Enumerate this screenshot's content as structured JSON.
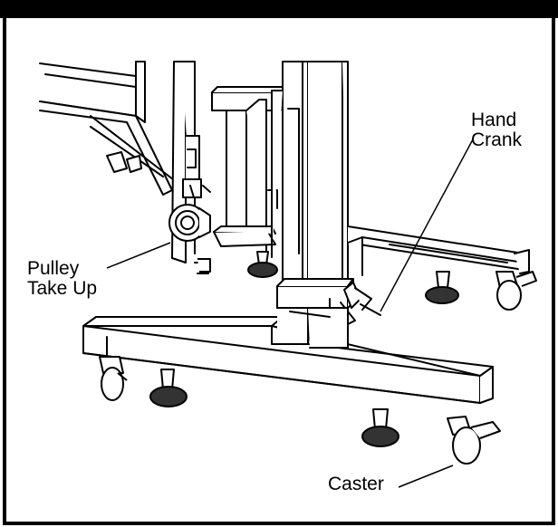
{
  "labels": {
    "hand_crank": [
      "Hand",
      "Crank"
    ],
    "pulley_take_up": [
      "Pulley",
      "Take Up"
    ],
    "caster": "Caster"
  },
  "colors": {
    "ink": "#000000",
    "part_fill": "#333333",
    "background": "#ffffff"
  }
}
